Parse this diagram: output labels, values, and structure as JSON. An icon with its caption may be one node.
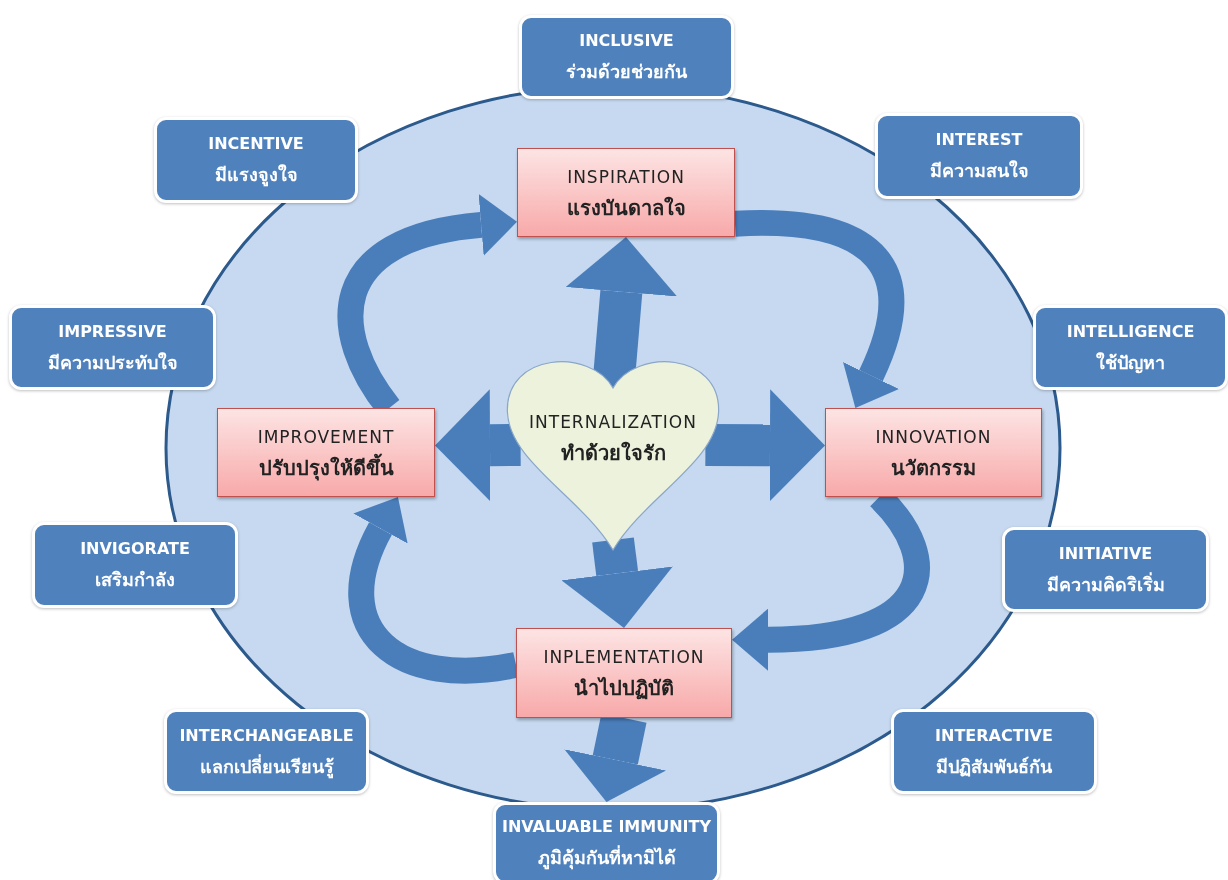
{
  "diagram": {
    "nodes": [
      {
        "text": [
          "INCLUSIVE",
          "ร่วมด้วยช่วยกัน"
        ]
      },
      {
        "text": [
          "INCENTIVE",
          "มีแรงจูงใจ"
        ]
      },
      {
        "text": [
          "INSPIRATION",
          "แรงบันดาลใจ"
        ]
      },
      {
        "text": [
          "INTEREST",
          "มีความสนใจ"
        ]
      },
      {
        "text": [
          "IMPRESSIVE",
          "มีความประทับใจ"
        ]
      },
      {
        "text": [
          "INTELLIGENCE",
          "ใช้ปัญหา"
        ]
      },
      {
        "text": [
          "IMPROVEMENT",
          "ปรับปรุงให้ดีขึ้น"
        ]
      },
      {
        "text": [
          "INTERNALIZATION",
          "ทำด้วยใจรัก"
        ]
      },
      {
        "text": [
          "INNOVATION",
          "นวัตกรรม"
        ]
      },
      {
        "text": [
          "INVIGORATE",
          "เสริมกำลัง"
        ]
      },
      {
        "text": [
          "INITIATIVE",
          "มีความคิดริเริ่ม"
        ]
      },
      {
        "text": [
          "INPLEMENTATION",
          "นำไปปฏิบัติ"
        ]
      },
      {
        "text": [
          "INTERCHANGEABLE",
          "แลกเปลี่ยนเรียนรู้"
        ]
      },
      {
        "text": [
          "INTERACTIVE",
          "มีปฏิสัมพันธ์กัน"
        ]
      },
      {
        "text": [
          "INVALUABLE IMMUNITY",
          "ภูมิคุ้มกันที่หามิได้"
        ]
      }
    ],
    "edges": [
      {
        "from": 2,
        "to": 8,
        "arrow": "to"
      },
      {
        "from": 8,
        "to": 11,
        "arrow": "to"
      },
      {
        "from": 11,
        "to": 6,
        "arrow": "to"
      },
      {
        "from": 6,
        "to": 2,
        "arrow": "to"
      },
      {
        "from": 7,
        "to": 2,
        "arrow": "to"
      },
      {
        "from": 7,
        "to": 8,
        "arrow": "to"
      },
      {
        "from": 7,
        "to": 11,
        "arrow": "to"
      },
      {
        "from": 7,
        "to": 6,
        "arrow": "to"
      },
      {
        "from": 11,
        "to": 14,
        "arrow": "to"
      }
    ]
  }
}
